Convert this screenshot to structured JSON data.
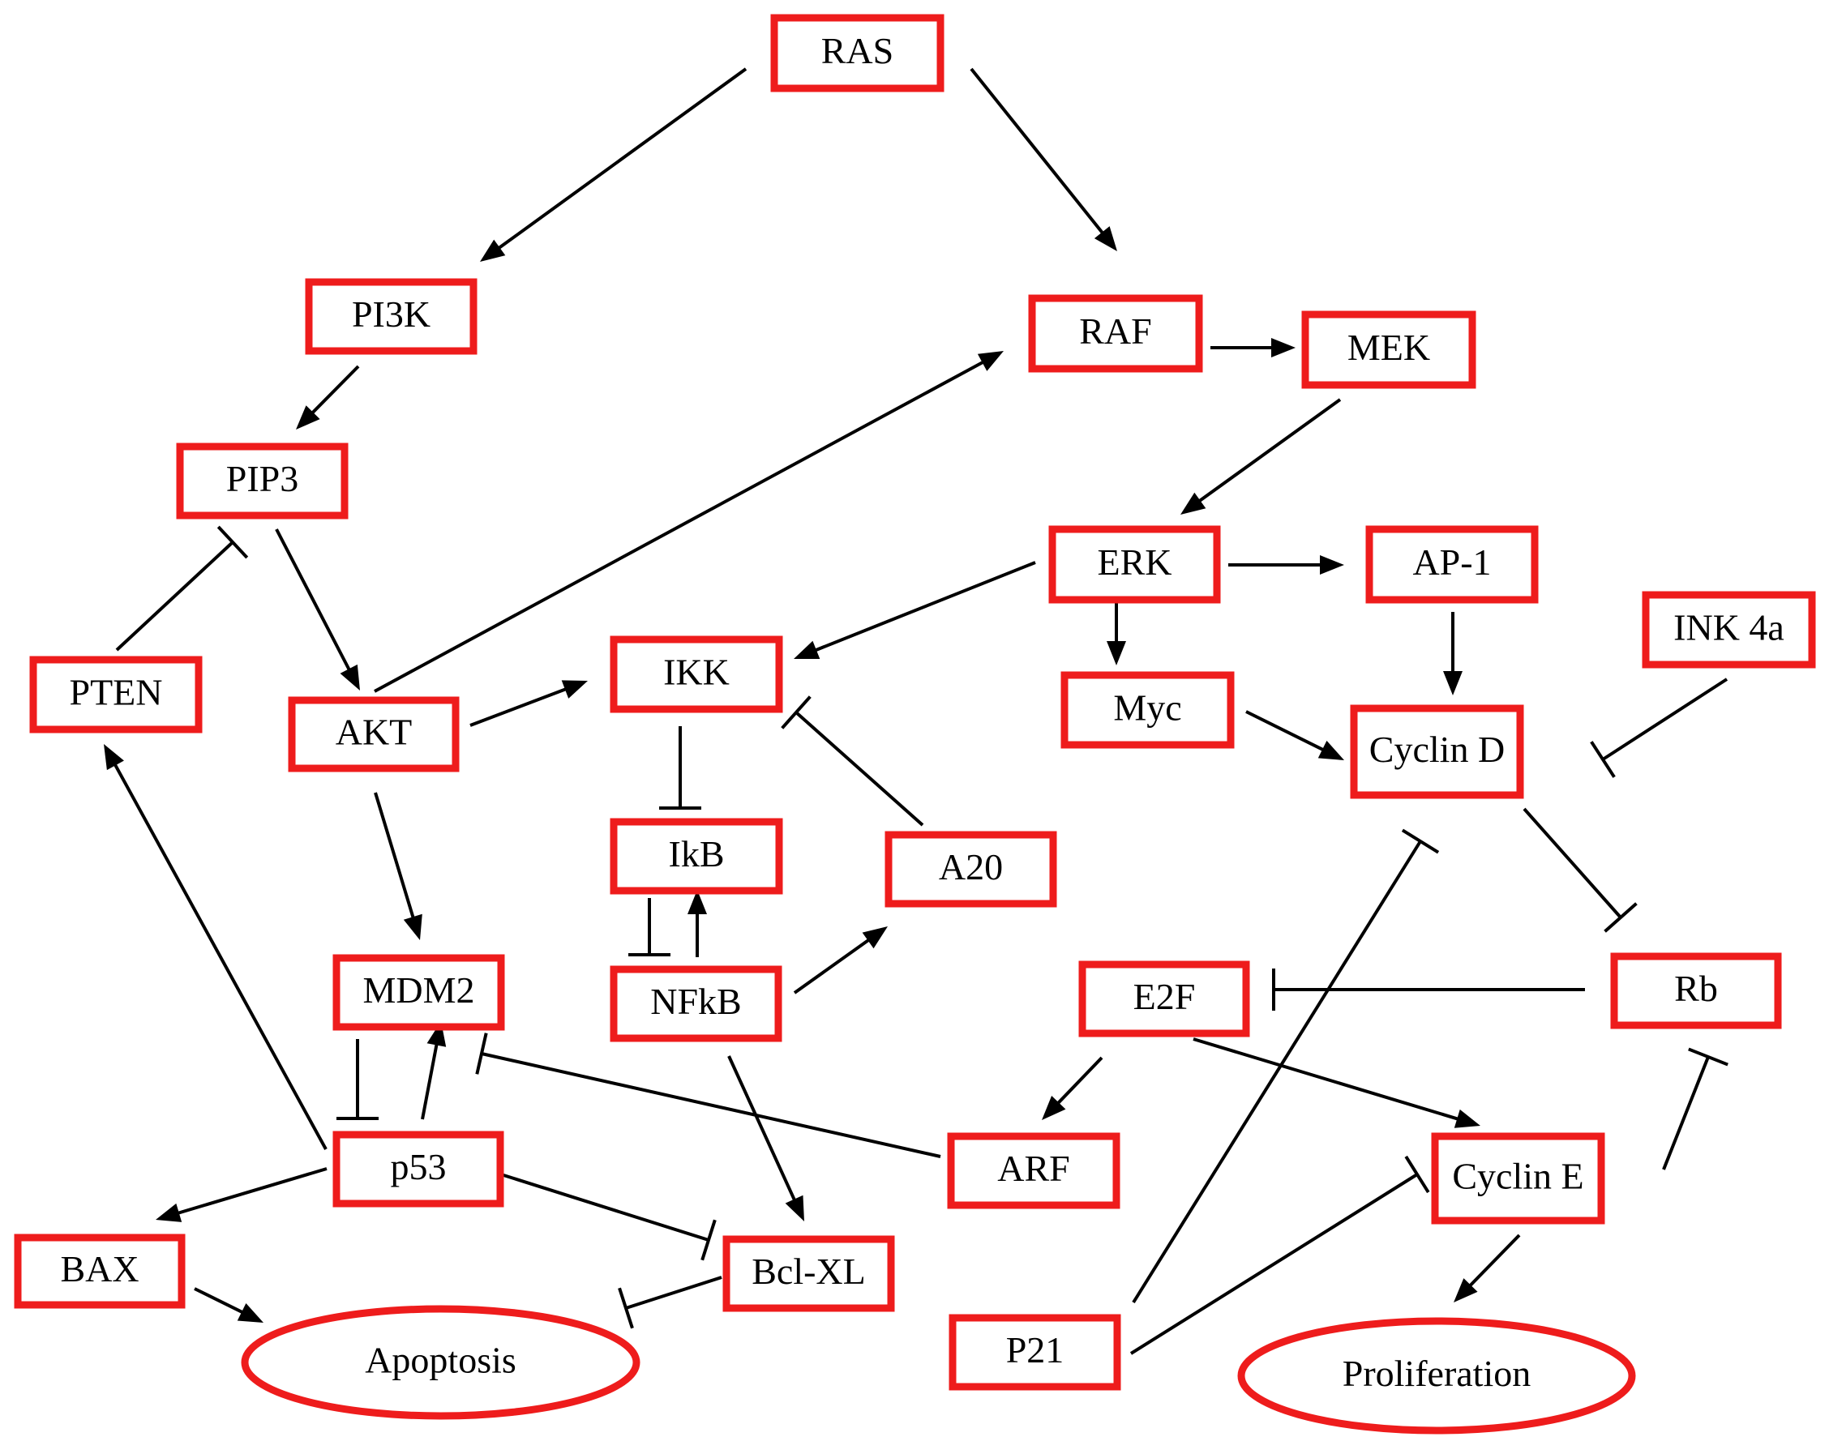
{
  "nodes": [
    {
      "id": "ras",
      "label": "RAS",
      "shape": "box"
    },
    {
      "id": "pi3k",
      "label": "PI3K",
      "shape": "box"
    },
    {
      "id": "raf",
      "label": "RAF",
      "shape": "box"
    },
    {
      "id": "mek",
      "label": "MEK",
      "shape": "box"
    },
    {
      "id": "pip3",
      "label": "PIP3",
      "shape": "box"
    },
    {
      "id": "erk",
      "label": "ERK",
      "shape": "box"
    },
    {
      "id": "ap1",
      "label": "AP-1",
      "shape": "box"
    },
    {
      "id": "ink4a",
      "label": "INK 4a",
      "shape": "box"
    },
    {
      "id": "pten",
      "label": "PTEN",
      "shape": "box"
    },
    {
      "id": "akt",
      "label": "AKT",
      "shape": "box"
    },
    {
      "id": "ikk",
      "label": "IKK",
      "shape": "box"
    },
    {
      "id": "myc",
      "label": "Myc",
      "shape": "box"
    },
    {
      "id": "cyclind",
      "label": "Cyclin D",
      "shape": "box"
    },
    {
      "id": "ikb",
      "label": "IkB",
      "shape": "box"
    },
    {
      "id": "a20",
      "label": "A20",
      "shape": "box"
    },
    {
      "id": "mdm2",
      "label": "MDM2",
      "shape": "box"
    },
    {
      "id": "nfkb",
      "label": "NFkB",
      "shape": "box"
    },
    {
      "id": "e2f",
      "label": "E2F",
      "shape": "box"
    },
    {
      "id": "rb",
      "label": "Rb",
      "shape": "box"
    },
    {
      "id": "p53",
      "label": "p53",
      "shape": "box"
    },
    {
      "id": "arf",
      "label": "ARF",
      "shape": "box"
    },
    {
      "id": "cycline",
      "label": "Cyclin E",
      "shape": "box"
    },
    {
      "id": "bax",
      "label": "BAX",
      "shape": "box"
    },
    {
      "id": "bclxl",
      "label": "Bcl-XL",
      "shape": "box"
    },
    {
      "id": "p21",
      "label": "P21",
      "shape": "box"
    },
    {
      "id": "apoptosis",
      "label": "Apoptosis",
      "shape": "ellipse"
    },
    {
      "id": "proliferation",
      "label": "Proliferation",
      "shape": "ellipse"
    }
  ],
  "edges": [
    {
      "from": "ras",
      "to": "pi3k",
      "type": "activation"
    },
    {
      "from": "ras",
      "to": "raf",
      "type": "activation"
    },
    {
      "from": "pi3k",
      "to": "pip3",
      "type": "activation"
    },
    {
      "from": "raf",
      "to": "mek",
      "type": "activation"
    },
    {
      "from": "mek",
      "to": "erk",
      "type": "activation"
    },
    {
      "from": "pip3",
      "to": "akt",
      "type": "activation"
    },
    {
      "from": "pten",
      "to": "pip3",
      "type": "inhibition"
    },
    {
      "from": "akt",
      "to": "raf",
      "type": "activation"
    },
    {
      "from": "akt",
      "to": "ikk",
      "type": "activation"
    },
    {
      "from": "akt",
      "to": "mdm2",
      "type": "activation"
    },
    {
      "from": "erk",
      "to": "ikk",
      "type": "activation"
    },
    {
      "from": "erk",
      "to": "ap1",
      "type": "activation"
    },
    {
      "from": "erk",
      "to": "myc",
      "type": "activation"
    },
    {
      "from": "ap1",
      "to": "cyclind",
      "type": "activation"
    },
    {
      "from": "myc",
      "to": "cyclind",
      "type": "activation"
    },
    {
      "from": "ink4a",
      "to": "cyclind",
      "type": "inhibition"
    },
    {
      "from": "ikk",
      "to": "ikb",
      "type": "inhibition"
    },
    {
      "from": "a20",
      "to": "ikk",
      "type": "inhibition"
    },
    {
      "from": "nfkb",
      "to": "ikb",
      "type": "activation"
    },
    {
      "from": "ikb",
      "to": "nfkb",
      "type": "inhibition"
    },
    {
      "from": "nfkb",
      "to": "a20",
      "type": "activation"
    },
    {
      "from": "nfkb",
      "to": "bclxl",
      "type": "activation"
    },
    {
      "from": "cyclind",
      "to": "rb",
      "type": "inhibition"
    },
    {
      "from": "rb",
      "to": "e2f",
      "type": "inhibition"
    },
    {
      "from": "cycline",
      "to": "rb",
      "type": "inhibition"
    },
    {
      "from": "e2f",
      "to": "arf",
      "type": "activation"
    },
    {
      "from": "e2f",
      "to": "cycline",
      "type": "activation"
    },
    {
      "from": "mdm2",
      "to": "p53",
      "type": "inhibition"
    },
    {
      "from": "p53",
      "to": "mdm2",
      "type": "activation"
    },
    {
      "from": "arf",
      "to": "mdm2",
      "type": "inhibition"
    },
    {
      "from": "p53",
      "to": "pten",
      "type": "activation"
    },
    {
      "from": "p53",
      "to": "bax",
      "type": "activation"
    },
    {
      "from": "p53",
      "to": "bclxl",
      "type": "inhibition"
    },
    {
      "from": "bax",
      "to": "apoptosis",
      "type": "activation"
    },
    {
      "from": "bclxl",
      "to": "apoptosis",
      "type": "inhibition"
    },
    {
      "from": "p21",
      "to": "cyclind",
      "type": "inhibition"
    },
    {
      "from": "p21",
      "to": "cycline",
      "type": "inhibition"
    },
    {
      "from": "cycline",
      "to": "proliferation",
      "type": "activation"
    }
  ],
  "colors": {
    "node_border": "#ee1c1c",
    "edge": "#000000",
    "text": "#000000"
  }
}
